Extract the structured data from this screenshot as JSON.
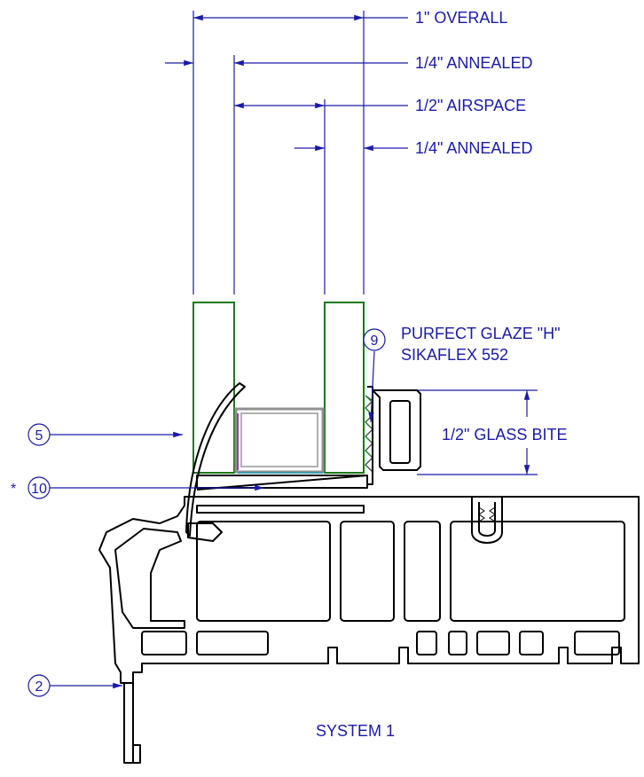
{
  "dimensions": {
    "overall": "1\"  OVERALL",
    "glass_top": "1/4\"  ANNEALED",
    "airspace": "1/2\"  AIRSPACE",
    "glass_bottom": "1/4\"  ANNEALED",
    "glass_bite": "1/2\"  GLASS BITE"
  },
  "glazing": {
    "line1": "PURFECT GLAZE \"H\"",
    "line2": "SIKAFLEX 552"
  },
  "callouts": {
    "c9": "9",
    "c5": "5",
    "c10": "10",
    "c10_mark": "*",
    "c2": "2"
  },
  "caption": "SYSTEM 1",
  "colors": {
    "annotation": "#1a1aa8",
    "glass": "#1a7a1a",
    "spacer": "#909090",
    "frame": "#000000"
  }
}
